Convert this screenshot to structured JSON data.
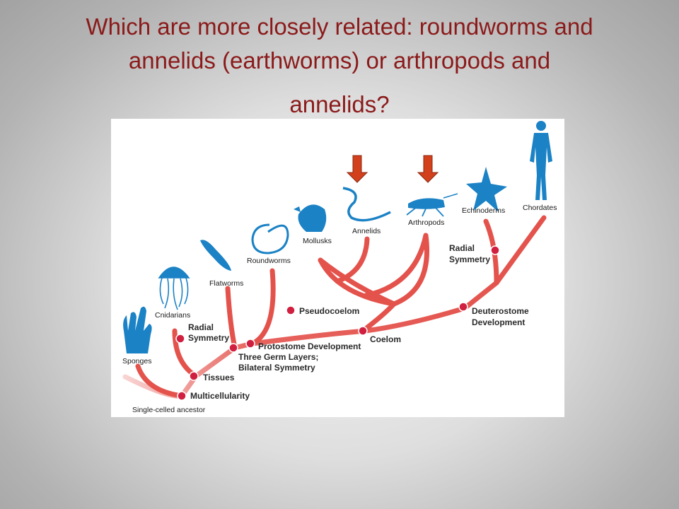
{
  "slide": {
    "title_lines": [
      "Which are more closely related:  roundworms and",
      "annelids (earthworms) or arthropods and",
      "annelids?"
    ]
  },
  "diagram": {
    "taxa": {
      "sponges": "Sponges",
      "cnidarians": "Cnidarians",
      "flatworms": "Flatworms",
      "roundworms": "Roundworms",
      "mollusks": "Mollusks",
      "annelids": "Annelids",
      "arthropods": "Arthropods",
      "echinoderms": "Echinoderms",
      "chordates": "Chordates"
    },
    "traits": {
      "multicellularity": "Multicellularity",
      "tissues": "Tissues",
      "radial_symmetry_1_line1": "Radial",
      "radial_symmetry_1_line2": "Symmetry",
      "germ_layers_line1": "Three Germ Layers;",
      "germ_layers_line2": "Bilateral Symmetry",
      "protostome": "Protostome Development",
      "pseudocoelom": "Pseudocoelom",
      "coelom": "Coelom",
      "deuterostome_line1": "Deuterostome",
      "deuterostome_line2": "Development",
      "radial_symmetry_2_line1": "Radial",
      "radial_symmetry_2_line2": "Symmetry"
    },
    "root_label": "Single-celled ancestor",
    "colors": {
      "branch": "#e4524c",
      "node": "#d11f3f",
      "organism": "#1b82c5",
      "arrow": "#d2401c",
      "title": "#8b1a1a"
    }
  }
}
